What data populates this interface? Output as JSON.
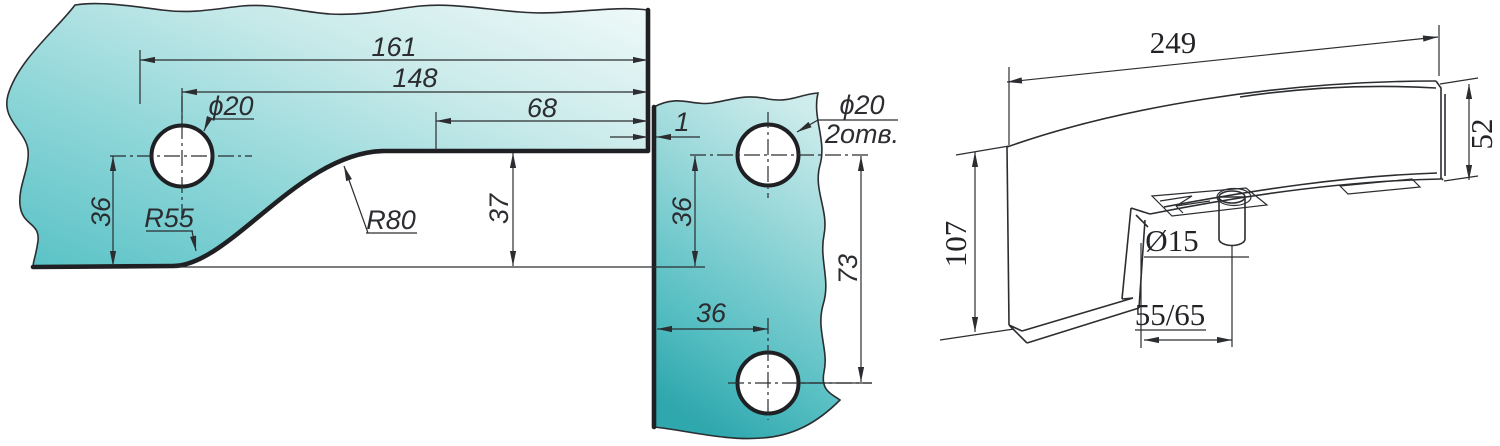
{
  "drawing": {
    "type": "glass-door-patch-fitting-technical-drawing",
    "background": "#ffffff",
    "line_color": "#2b2d30",
    "glass_colors": {
      "deep_teal": "#2ea7ad",
      "mid_teal": "#8ed4d6",
      "left_panel_deep": "#57c1c5",
      "pale": "#f0f9f9",
      "hole_fill": "#ffffff"
    },
    "flat_view": {
      "dim_161": "161",
      "dim_148": "148",
      "dim_68": "68",
      "dim_gap_1": "1",
      "hole_dia_label": "ϕ20",
      "dim_36_left": "36",
      "radius_r55": "R55",
      "radius_r80": "R80",
      "dim_37": "37",
      "right_hole_dia_label": "ϕ20",
      "right_hole_qty_label": "2отв.",
      "dim_36_right": "36",
      "dim_73": "73",
      "dim_36_bottom": "36"
    },
    "iso_view": {
      "dim_249": "249",
      "dim_52": "52",
      "dim_107": "107",
      "pin_dia_label": "Ø15",
      "pin_offset_label": "55/65"
    }
  }
}
